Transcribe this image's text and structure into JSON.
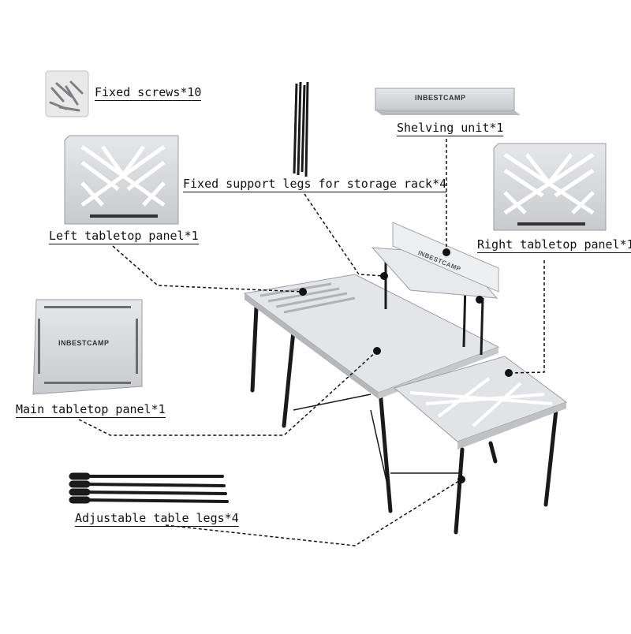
{
  "brand": {
    "logo_text": "INBESTCAMP"
  },
  "callouts": {
    "screws": "Fixed screws*10",
    "rack_legs": "Fixed support legs for storage rack*4",
    "shelving": "Shelving unit*1",
    "left_panel": "Left tabletop panel*1",
    "right_panel": "Right tabletop panel*1",
    "main_panel": "Main tabletop panel*1",
    "table_legs": "Adjustable table legs*4"
  },
  "colors": {
    "panel": "#dcdde0",
    "panel_dark": "#a9abb0",
    "leg": "#1a1a1a",
    "line": "#111111"
  }
}
